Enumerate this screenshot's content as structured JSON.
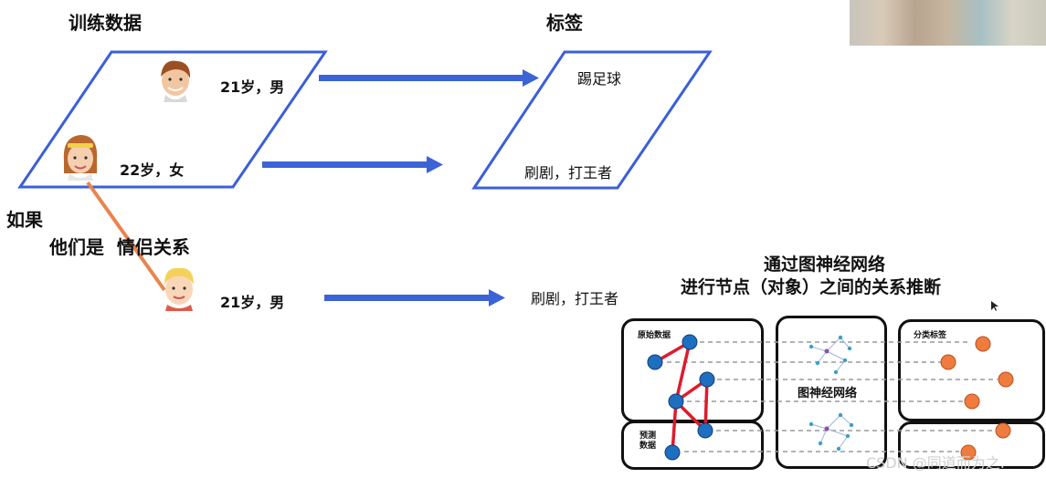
{
  "headings": {
    "training_data": "训练数据",
    "labels": "标签"
  },
  "training_rows": [
    {
      "person": "21岁，男",
      "tag": "踢足球"
    },
    {
      "person": "22岁，女",
      "tag": "刷剧，打王者"
    }
  ],
  "question": {
    "if": "如果",
    "relation": "他们是  情侣关系"
  },
  "new_person": {
    "person": "21岁，男",
    "tag": "刷剧，打王者"
  },
  "gnn_caption": {
    "line1": "通过图神经网络",
    "line2": "进行节点（对象）之间的关系推断"
  },
  "gnn_diagram": {
    "raw_data": "原始数据",
    "predict_data_l1": "预测",
    "predict_data_l2": "数据",
    "gnn": "图神经网络",
    "class_labels": "分类标签"
  },
  "watermark": "CSDN @同道而为之.",
  "colors": {
    "parallelogram": "#3a5fd9",
    "arrow": "#3c63d6",
    "relation_line": "#e8854f",
    "node_blue": "#1f6fc0",
    "node_orange": "#f07b3f",
    "edge_red": "#e01a2c"
  }
}
